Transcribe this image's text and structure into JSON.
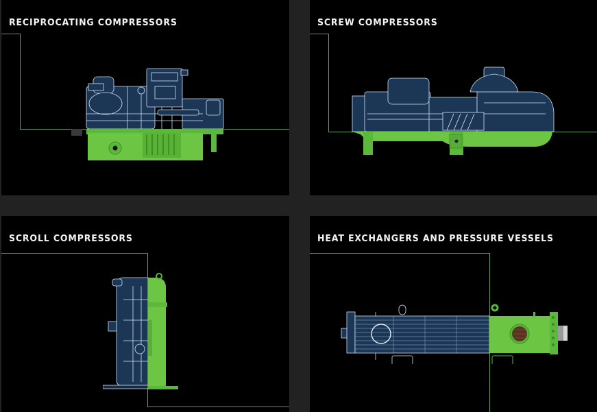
{
  "colors": {
    "page_background": "#222222",
    "tile_background": "#000000",
    "title_text": "#f2f2f2",
    "guide_line": "#5fa04a",
    "product_green": "#6cc644",
    "product_green_dark": "#4a9a2c",
    "xray_blue": "#1e3a5c",
    "xray_line": "#cfe4f7"
  },
  "tiles": [
    {
      "id": "reciprocating",
      "title": "RECIPROCATING COMPRESSORS",
      "image_icon": "reciprocating-compressor-xray-icon"
    },
    {
      "id": "screw",
      "title": "SCREW COMPRESSORS",
      "image_icon": "screw-compressor-xray-icon"
    },
    {
      "id": "scroll",
      "title": "SCROLL COMPRESSORS",
      "image_icon": "scroll-compressor-xray-icon"
    },
    {
      "id": "heat",
      "title": "HEAT EXCHANGERS AND PRESSURE VESSELS",
      "image_icon": "heat-exchanger-xray-icon"
    }
  ]
}
